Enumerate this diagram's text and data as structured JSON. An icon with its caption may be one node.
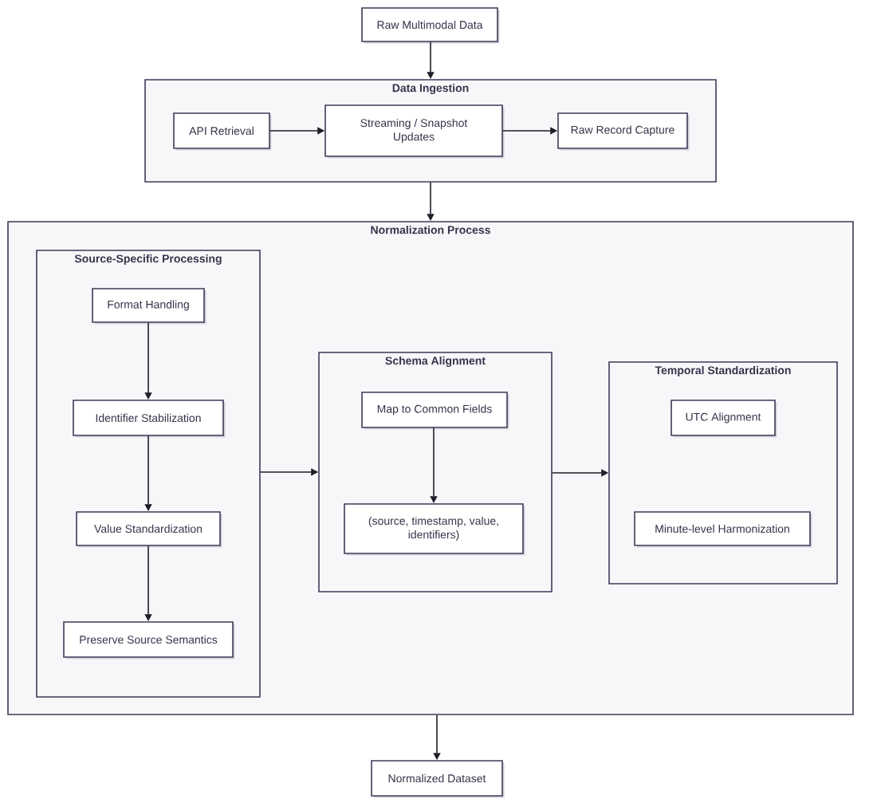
{
  "diagram": {
    "nodes": [
      {
        "text": [
          "Raw Multimodal Data"
        ]
      },
      {
        "text": [
          "Data Ingestion"
        ]
      },
      {
        "text": [
          "API Retrieval"
        ],
        "in": 1
      },
      {
        "text": [
          "Streaming / Snapshot Updates"
        ],
        "in": 1
      },
      {
        "text": [
          "Raw Record Capture"
        ],
        "in": 1
      },
      {
        "text": [
          "Normalization Process"
        ]
      },
      {
        "text": [
          "Source-Specific Processing"
        ],
        "in": 5
      },
      {
        "text": [
          "Format Handling"
        ],
        "in": 6
      },
      {
        "text": [
          "Identifier Stabilization"
        ],
        "in": 6
      },
      {
        "text": [
          "Value Standardization"
        ],
        "in": 6
      },
      {
        "text": [
          "Preserve Source Semantics"
        ],
        "in": 6
      },
      {
        "text": [
          "Schema Alignment"
        ],
        "in": 5
      },
      {
        "text": [
          "Map to Common Fields"
        ],
        "in": 11
      },
      {
        "text": [
          "(source, timestamp, value, identifiers)"
        ],
        "in": 11
      },
      {
        "text": [
          "Temporal Standardization"
        ],
        "in": 5
      },
      {
        "text": [
          "UTC Alignment"
        ],
        "in": 14
      },
      {
        "text": [
          "Minute-level Harmonization"
        ],
        "in": 14
      },
      {
        "text": [
          "Normalized Dataset"
        ]
      }
    ],
    "edges": [
      {
        "from": 0,
        "to": 1,
        "arrow": "to"
      },
      {
        "from": 2,
        "to": 3,
        "arrow": "to"
      },
      {
        "from": 3,
        "to": 4,
        "arrow": "to"
      },
      {
        "from": 1,
        "to": 5,
        "arrow": "to"
      },
      {
        "from": 7,
        "to": 8,
        "arrow": "to"
      },
      {
        "from": 8,
        "to": 9,
        "arrow": "to"
      },
      {
        "from": 9,
        "to": 10,
        "arrow": "to"
      },
      {
        "from": 6,
        "to": 11,
        "arrow": "to"
      },
      {
        "from": 12,
        "to": 13,
        "arrow": "to"
      },
      {
        "from": 11,
        "to": 14,
        "arrow": "to"
      },
      {
        "from": 5,
        "to": 17,
        "arrow": "to"
      }
    ]
  }
}
